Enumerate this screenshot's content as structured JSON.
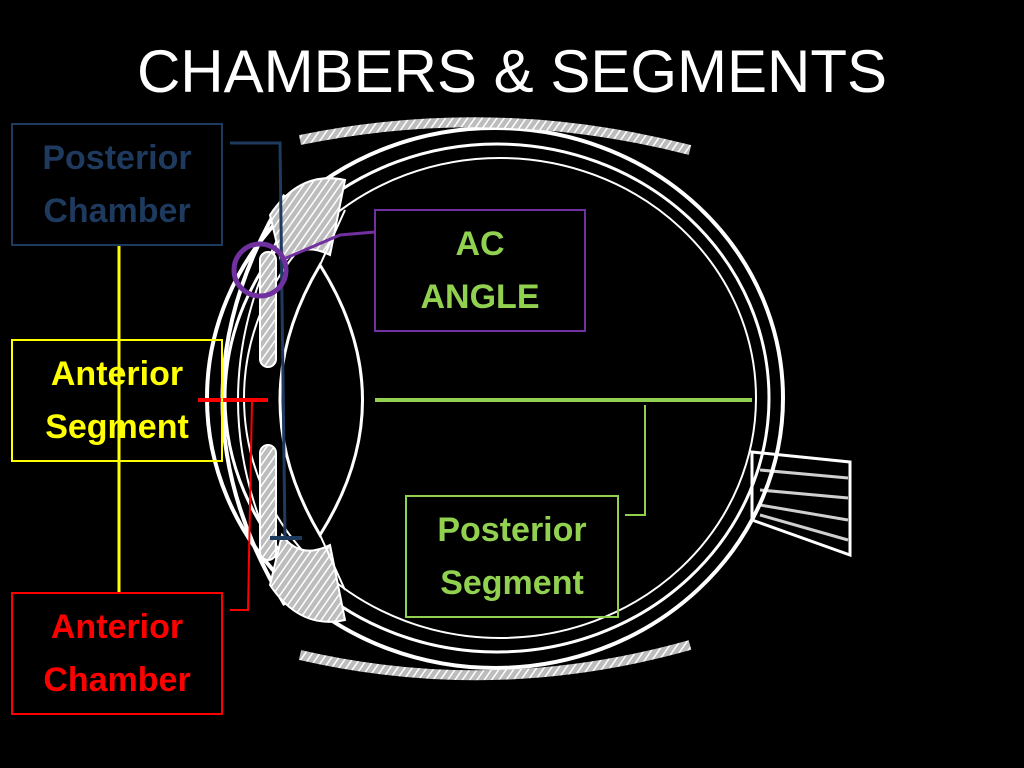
{
  "slide": {
    "title": "CHAMBERS & SEGMENTS"
  },
  "labels": {
    "posterior_chamber": {
      "line1": "Posterior",
      "line2": "Chamber",
      "color": "#1f3a5f"
    },
    "anterior_segment": {
      "line1": "Anterior",
      "line2": "Segment",
      "color": "#ffff00"
    },
    "anterior_chamber": {
      "line1": "Anterior",
      "line2": "Chamber",
      "color": "#ff0000"
    },
    "ac_angle": {
      "line1": "AC",
      "line2": "ANGLE",
      "color": "#7030a0",
      "text_color": "#92d050"
    },
    "posterior_segment": {
      "line1": "Posterior",
      "line2": "Segment",
      "color": "#92d050"
    }
  },
  "colors": {
    "background": "#000000",
    "title": "#ffffff",
    "eye_outline": "#ffffff"
  }
}
